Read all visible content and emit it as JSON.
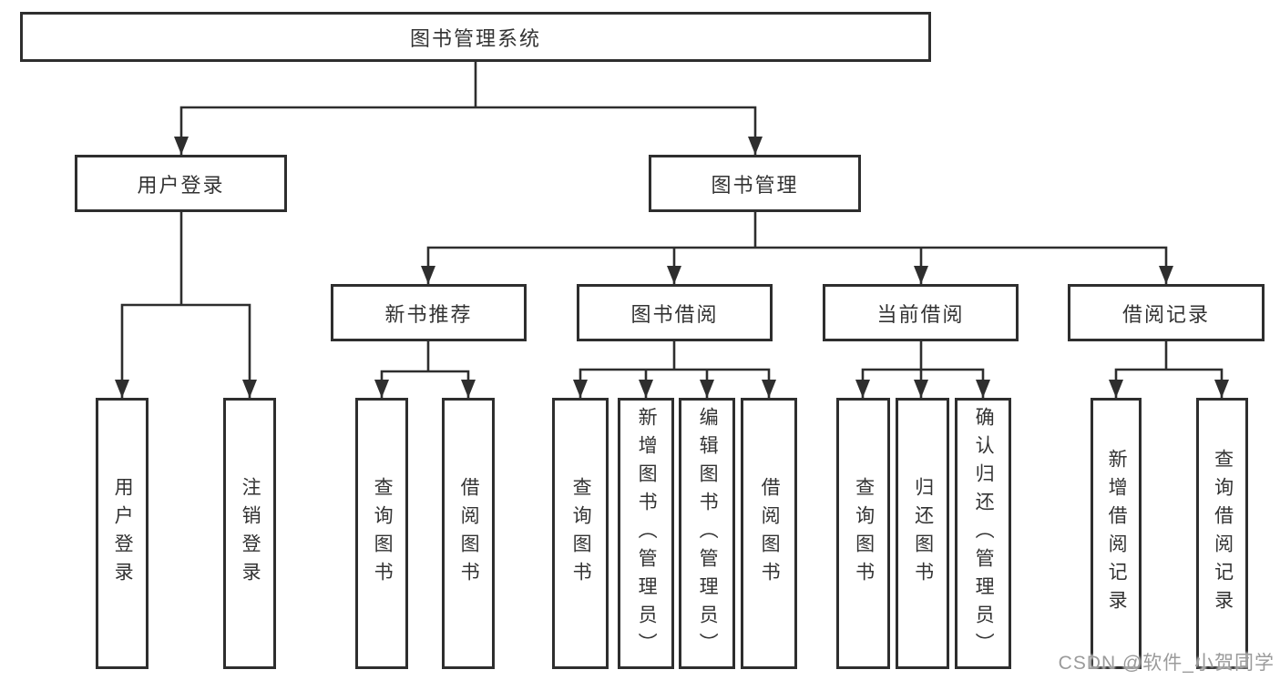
{
  "diagram": {
    "title": "图书管理系统",
    "nodes": {
      "root": "图书管理系统",
      "user_login": "用户登录",
      "book_mgmt": "图书管理",
      "new_book_rec": "新书推荐",
      "book_borrow": "图书借阅",
      "current_borrow": "当前借阅",
      "borrow_record": "借阅记录",
      "leaf_user_login": "用户登录",
      "leaf_logout": "注销登录",
      "leaf_rec_query": "查询图书",
      "leaf_rec_borrow": "借阅图书",
      "leaf_bb_query": "查询图书",
      "leaf_bb_add": "新增图书（管理员）",
      "leaf_bb_edit": "编辑图书（管理员）",
      "leaf_bb_borrow": "借阅图书",
      "leaf_cb_query": "查询图书",
      "leaf_cb_return": "归还图书",
      "leaf_cb_confirm": "确认归还（管理员）",
      "leaf_br_add": "新增借阅记录",
      "leaf_br_query": "查询借阅记录"
    },
    "watermark": "CSDN @软件_小贺同学",
    "colors": {
      "line": "#2e2e2e",
      "text": "#333333",
      "watermark": "#9b9b9b",
      "background": "#ffffff"
    }
  }
}
